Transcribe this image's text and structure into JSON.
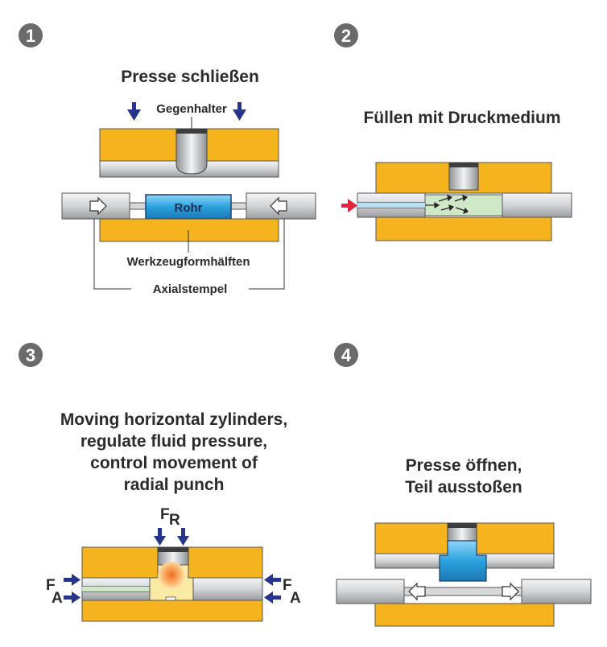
{
  "steps": [
    {
      "number": "1",
      "title": "Presse schließen",
      "labels": {
        "counterholder": "Gegenhalter",
        "tube": "Rohr",
        "die_halves": "Werkzeugformhälften",
        "axial_punch": "Axialstempel"
      }
    },
    {
      "number": "2",
      "title": "Füllen mit Druckmedium"
    },
    {
      "number": "3",
      "title_lines": [
        "Moving horizontal zylinders,",
        "regulate fluid pressure,",
        "control movement of",
        "radial punch"
      ],
      "labels": {
        "radial_force": "F",
        "radial_force_sub": "R",
        "axial_force_left": "F",
        "axial_force_left_sub": "A",
        "axial_force_right": "F",
        "axial_force_right_sub": "A"
      }
    },
    {
      "number": "4",
      "title_lines": [
        "Presse öffnen,",
        "Teil ausstoßen"
      ]
    }
  ],
  "colors": {
    "die": "#f5b31e",
    "steel": "#d6d8da",
    "arrow_blue": "#27348b",
    "inlet_red": "#e2243f",
    "tube_blue": "#3aa8e0",
    "fluid_green": "#cfe8c8",
    "badge": "#6b6b6b"
  }
}
